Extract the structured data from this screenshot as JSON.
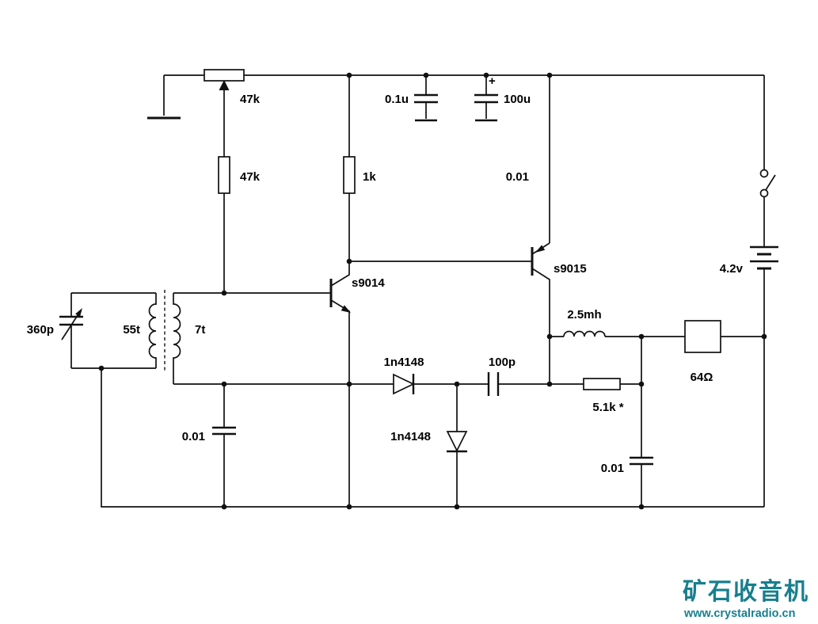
{
  "colors": {
    "background": "#ffffff",
    "wire": "#111111",
    "watermark": "#177f8e"
  },
  "labels": {
    "r_pot": "47k",
    "r_bias": "47k",
    "r_load": "1k",
    "c_filter1": "0.1u",
    "c_filter2": "100u",
    "c_filter2_polarity": "+",
    "c_rail": "0.01",
    "q1": "s9014",
    "q2": "s9015",
    "c_tune": "360p",
    "coil_primary": "55t",
    "coil_secondary": "7t",
    "c_bypass": "0.01",
    "d1": "1n4148",
    "d2": "1n4148",
    "c_couple": "100p",
    "l_choke": "2.5mh",
    "r_feedback": "5.1k *",
    "c_out": "0.01",
    "speaker": "64Ω",
    "battery": "4.2v"
  },
  "watermark": {
    "title": "矿石收音机",
    "url": "www.crystalradio.cn"
  }
}
